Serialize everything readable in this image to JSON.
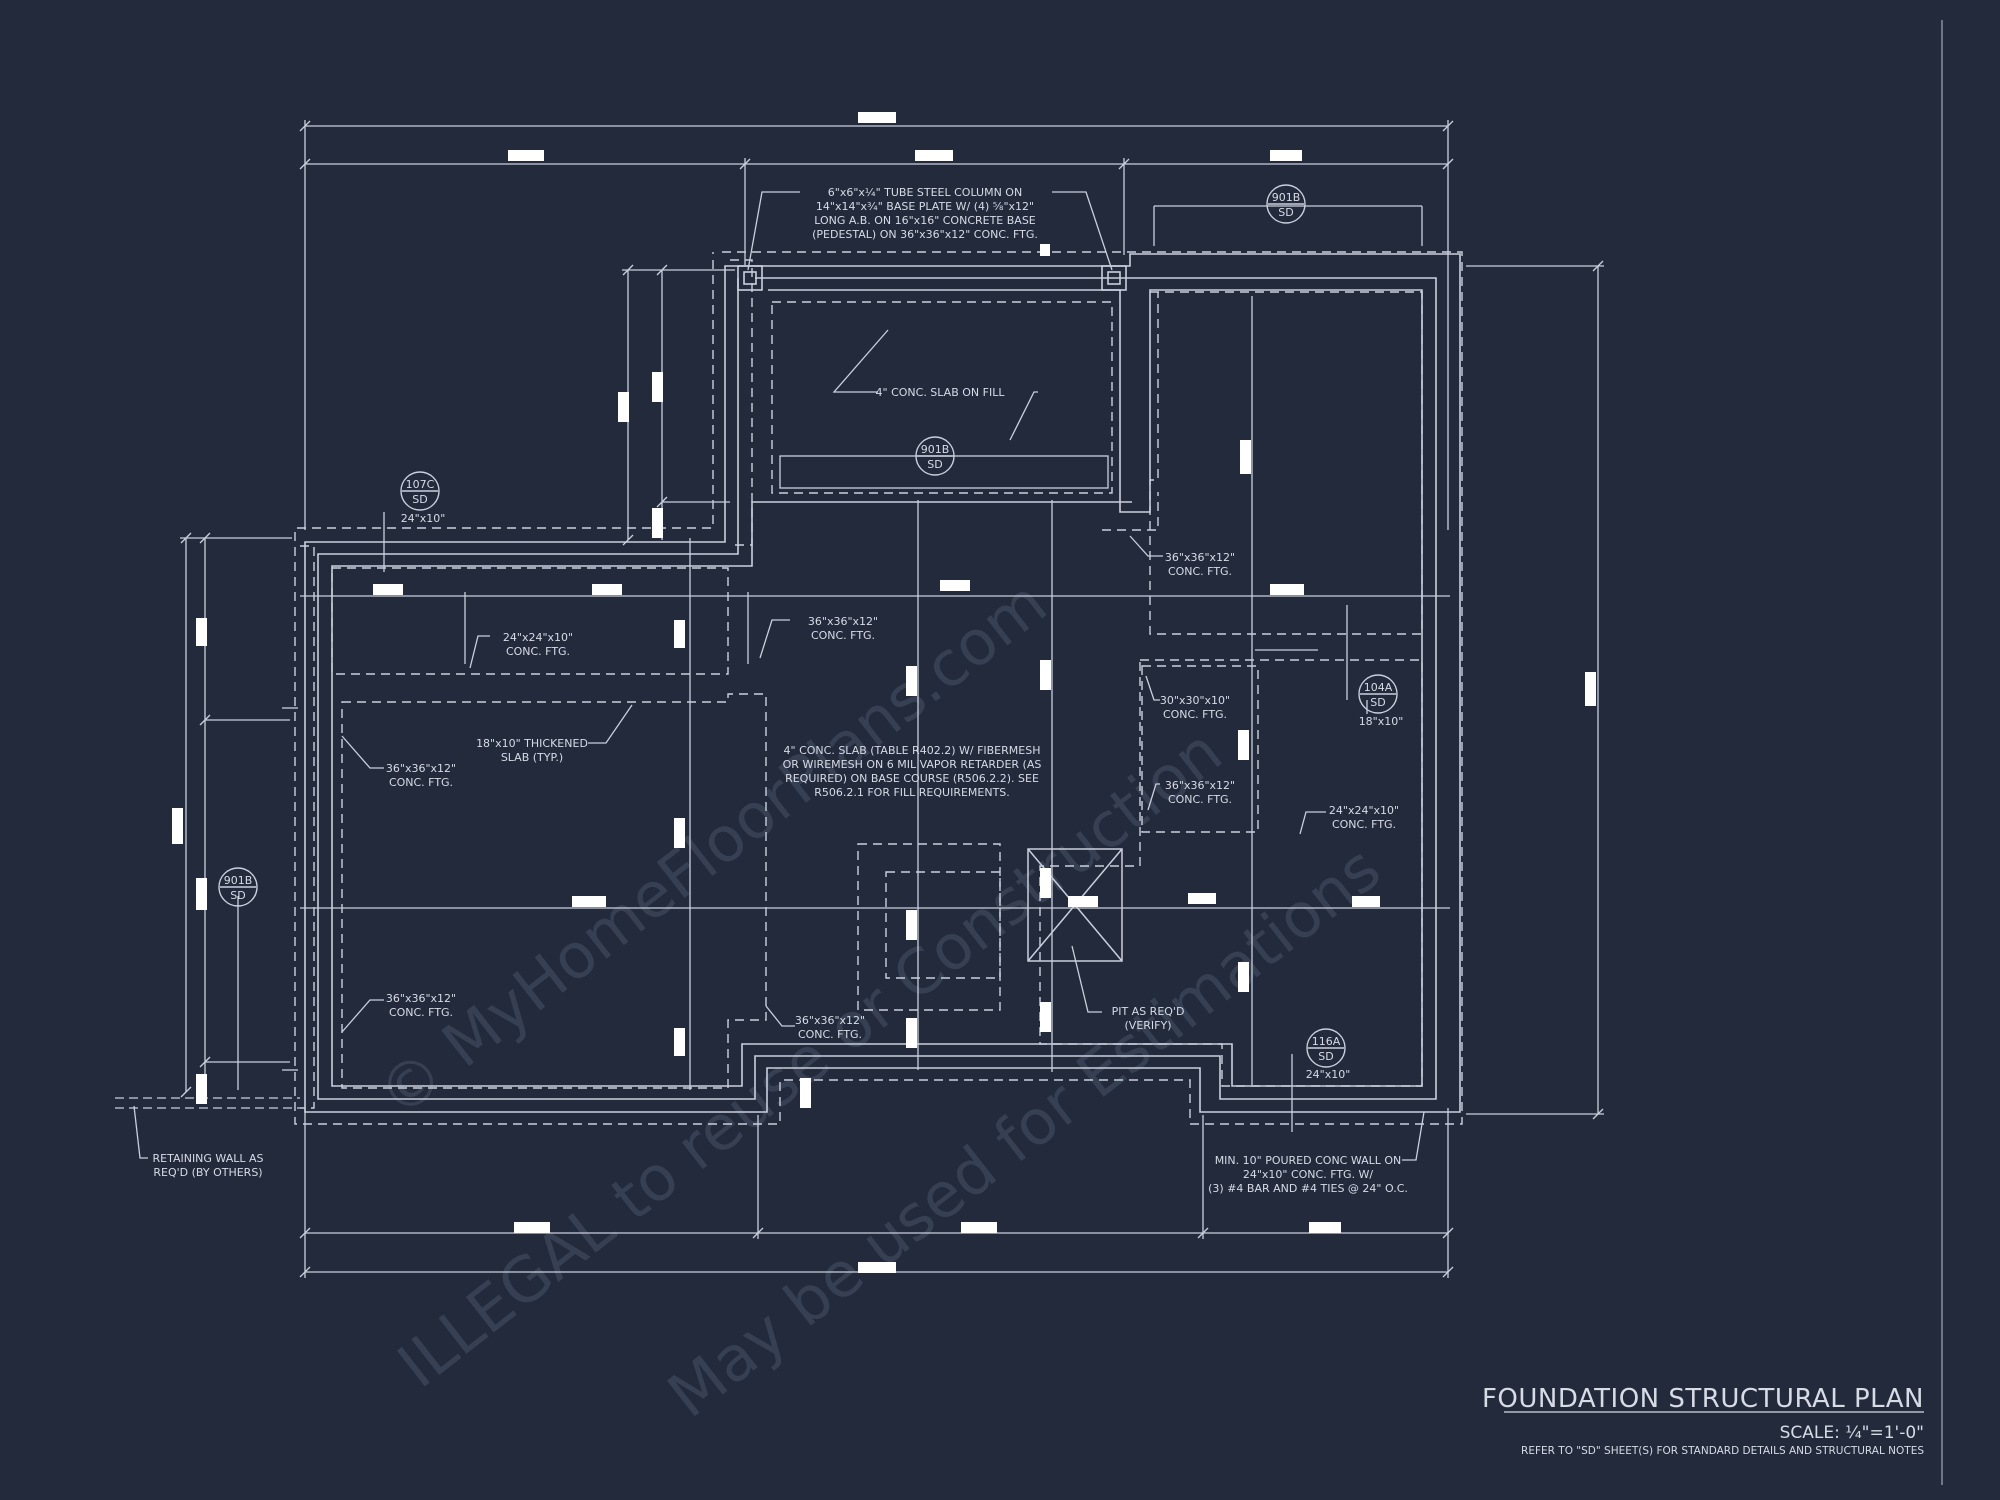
{
  "sheet": {
    "title": "FOUNDATION STRUCTURAL PLAN",
    "scale": "SCALE: ¼\"=1'-0\"",
    "refer_note": "REFER TO \"SD\" SHEET(S) FOR STANDARD DETAILS AND STRUCTURAL NOTES",
    "watermark_line_1": "© MyHomeFloorPlans.com",
    "watermark_line_2": "ILLEGAL to reuse or Construction",
    "watermark_line_3": "May be used for Estimations"
  },
  "colors": {
    "background": "#232a3c",
    "linework": "#c9cfdc",
    "text": "#d6dbe6",
    "dim_blank": "#ffffff",
    "watermark": "#3b4457"
  },
  "notes": {
    "column_note": [
      "6\"x6\"x¼\" TUBE STEEL COLUMN ON",
      "14\"x14\"x¾\" BASE PLATE W/ (4) ⅝\"x12\"",
      "LONG A.B. ON 16\"x16\" CONCRETE BASE",
      "(PEDESTAL) ON 36\"x36\"x12\" CONC. FTG."
    ],
    "slab_fill": "4\" CONC. SLAB ON FILL",
    "main_slab": [
      "4\" CONC. SLAB (TABLE R402.2) W/ FIBERMESH",
      "OR WIREMESH ON 6 MIL VAPOR RETARDER (AS",
      "REQUIRED) ON BASE COURSE (R506.2.2). SEE",
      "R506.2.1 FOR FILL REQUIREMENTS."
    ],
    "ftg_24x24_a": [
      "24\"x24\"x10\"",
      "CONC. FTG."
    ],
    "ftg_36x36_center": [
      "36\"x36\"x12\"",
      "CONC. FTG."
    ],
    "ftg_36x36_right_top": [
      "36\"x36\"x12\"",
      "CONC. FTG."
    ],
    "thickened_slab": [
      "18\"x10\" THICKENED",
      "SLAB (TYP.)"
    ],
    "ftg_36x36_left_mid": [
      "36\"x36\"x12\"",
      "CONC. FTG."
    ],
    "ftg_30x30": [
      "30\"x30\"x10\"",
      "CONC. FTG."
    ],
    "ftg_36x36_right_mid": [
      "36\"x36\"x12\"",
      "CONC. FTG."
    ],
    "ftg_24x24_b": [
      "24\"x24\"x10\"",
      "CONC. FTG."
    ],
    "ftg_36x36_left_low": [
      "36\"x36\"x12\"",
      "CONC. FTG."
    ],
    "ftg_36x36_bottom": [
      "36\"x36\"x12\"",
      "CONC. FTG."
    ],
    "pit": [
      "PIT AS REQ'D",
      "(VERIFY)"
    ],
    "retaining_wall": [
      "RETAINING WALL AS",
      "REQ'D (BY OTHERS)"
    ],
    "poured_wall": [
      "MIN. 10\" POURED CONC WALL ON",
      "24\"x10\" CONC. FTG. W/",
      "(3) #4 BAR AND #4 TIES @ 24\" O.C."
    ]
  },
  "detail_tags": [
    {
      "id": "tag-901b-top",
      "num": "901B",
      "sheet": "SD",
      "size": ""
    },
    {
      "id": "tag-901b-slab",
      "num": "901B",
      "sheet": "SD",
      "size": ""
    },
    {
      "id": "tag-107c",
      "num": "107C",
      "sheet": "SD",
      "size": "24\"x10\""
    },
    {
      "id": "tag-104a",
      "num": "104A",
      "sheet": "SD",
      "size": "18\"x10\""
    },
    {
      "id": "tag-901b-left",
      "num": "901B",
      "sheet": "SD",
      "size": ""
    },
    {
      "id": "tag-116a",
      "num": "116A",
      "sheet": "SD",
      "size": "24\"x10\""
    }
  ]
}
